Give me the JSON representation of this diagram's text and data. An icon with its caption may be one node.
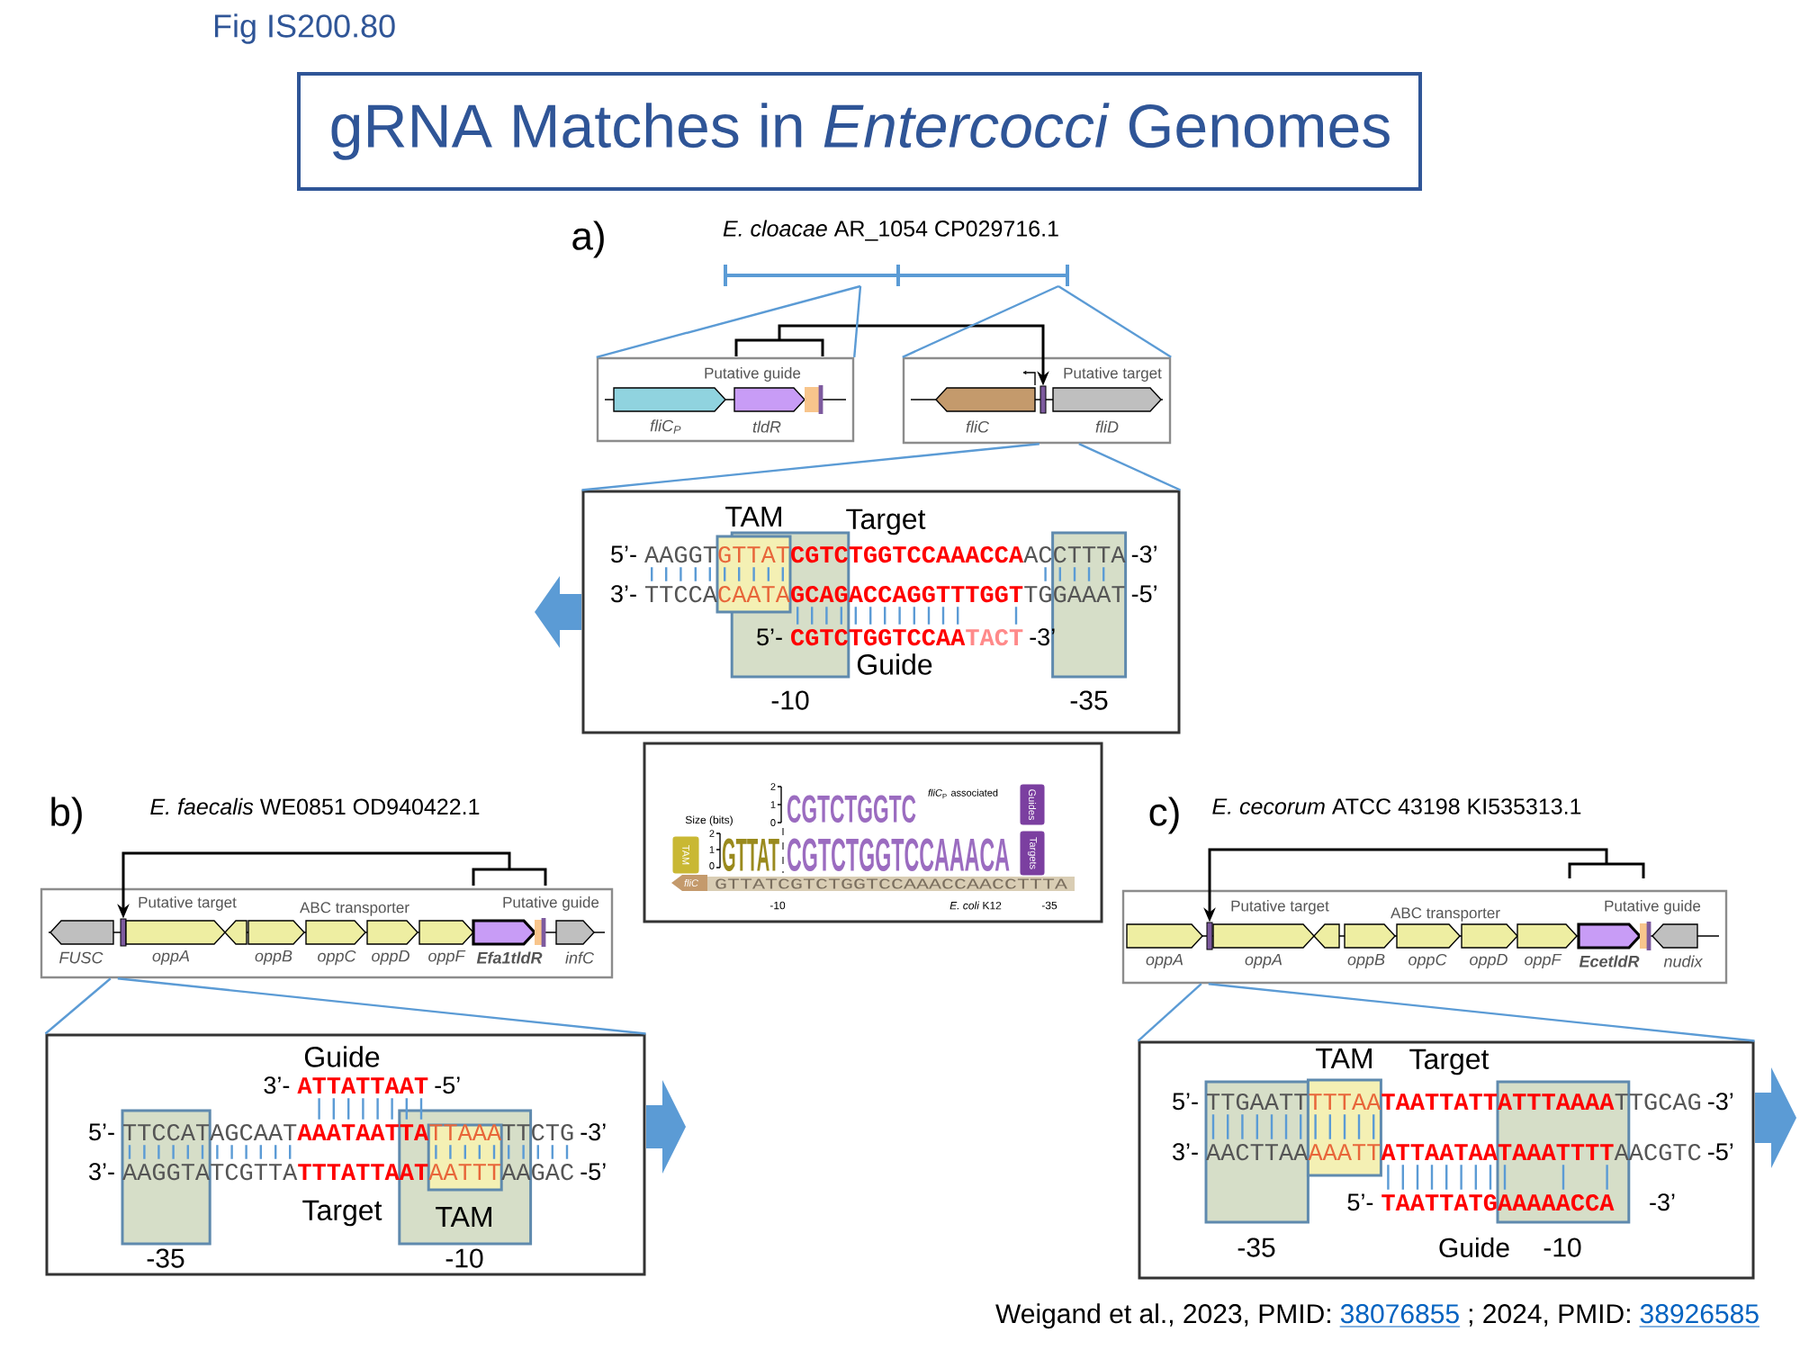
{
  "diagram": {
    "title": "gRNA Matches in *Entercocci* Genomes",
    "nodes": [
      {
        "text": [
          "Putative guide"
        ]
      },
      {
        "text": [
          "fliC$_{P}$"
        ],
        "in": 0
      },
      {
        "text": [
          "tldR"
        ],
        "in": 0
      },
      {
        "text": [],
        "shape": "bracket"
      },
      {
        "text": [
          "Putative target"
        ]
      },
      {
        "text": [
          "fliC"
        ],
        "in": 4
      },
      {
        "text": [],
        "shape": "bar",
        "in": 4
      },
      {
        "text": [
          "fliD"
        ],
        "in": 4
      },
      {
        "text": [
          "TAM",
          "Target",
          "5’-",
          "AAGGT",
          "GTTAT",
          "CGTCTGGTCCAAACCA",
          "ACCTTTA",
          "-3’",
          "3’-",
          "TTCCA",
          "CAATA",
          "GCAGACCAGGTTTGGT",
          "TGGAAAT",
          "-5’",
          "5’-",
          "CGTCTGGTCCAA",
          "TACT",
          "-3’",
          "Guide",
          "-10",
          "-35"
        ]
      },
      {
        "text": [
          "Size (bits)",
          "2",
          "1",
          "0",
          "CGTCTGGTC",
          "*fliC*$_{P}$ associated",
          "Guides",
          "TAM",
          "2",
          "1",
          "0",
          "GTTAT",
          "CGTCTGGTCCAAACA",
          "Targets",
          "fliC",
          "GTTATCGTCTGGTCCAAACCAACCTTTA",
          "-10",
          "*E. coli* K12",
          "-35"
        ]
      },
      {
        "text": [
          "Putative target",
          "ABC transporter",
          "Putative guide"
        ]
      },
      {
        "text": [
          "FUSC"
        ],
        "in": 10
      },
      {
        "text": [],
        "shape": "bar",
        "in": 10
      },
      {
        "text": [
          "oppA"
        ],
        "in": 10
      },
      {
        "text": [],
        "shape": "arrow",
        "in": 10
      },
      {
        "text": [
          "oppB"
        ],
        "in": 10
      },
      {
        "text": [
          "oppC"
        ],
        "in": 10
      },
      {
        "text": [
          "oppD"
        ],
        "in": 10
      },
      {
        "text": [
          "oppF"
        ],
        "in": 10
      },
      {
        "text": [
          "Efa1tldR"
        ],
        "in": 10
      },
      {
        "text": [
          "infC"
        ],
        "in": 10
      },
      {
        "text": [],
        "shape": "bracket"
      },
      {
        "text": [
          "Guide",
          "3’-",
          "ATTATTAAT",
          "-5’",
          "5’-",
          "TTCCATAGCAAT",
          "AAATAATTA",
          "TTAAA",
          "TTCTG",
          "-3’",
          "3’-",
          "AAGGTATCGTTA",
          "TTTATTAAT",
          "AATTT",
          "AAGAC",
          "-5’",
          "Target",
          "TAM",
          "-35",
          "-10"
        ]
      },
      {
        "text": [
          "Putative target",
          "ABC transporter",
          "Putative guide"
        ]
      },
      {
        "text": [
          "oppA"
        ],
        "in": 23
      },
      {
        "text": [],
        "shape": "bar",
        "in": 23
      },
      {
        "text": [
          "oppA"
        ],
        "in": 23
      },
      {
        "text": [],
        "shape": "arrow",
        "in": 23
      },
      {
        "text": [
          "oppB"
        ],
        "in": 23
      },
      {
        "text": [
          "oppC"
        ],
        "in": 23
      },
      {
        "text": [
          "oppD"
        ],
        "in": 23
      },
      {
        "text": [
          "oppF"
        ],
        "in": 23
      },
      {
        "text": [
          "EcetldR"
        ],
        "in": 23
      },
      {
        "text": [
          "nudix"
        ],
        "in": 23
      },
      {
        "text": [],
        "shape": "bracket"
      },
      {
        "text": [
          "TAM",
          "Target",
          "5’-",
          "TTGAATT",
          "TTTAA",
          "TAATTATTATTTAAAA",
          "TTGCAG",
          "-3’",
          "3’-",
          "AACTTAA",
          "AAATT",
          "ATTAATAATAAATTTT",
          "AACGTC",
          "-5’",
          "5’-",
          "TAATTATGAAAAACCA",
          "-3’",
          "-35",
          "Guide",
          "-10"
        ]
      },
      {
        "text": [],
        "shape": "bar"
      }
    ],
    "edges": [
      {
        "from": 3,
        "to": 6,
        "arrow": "to",
        "color": "#000000"
      },
      {
        "from": 21,
        "to": 12,
        "arrow": "to",
        "color": "#000000"
      },
      {
        "from": 34,
        "to": 25,
        "arrow": "to",
        "color": "#000000"
      },
      {
        "from": 36,
        "to": 0,
        "arrow": "none"
      },
      {
        "from": 36,
        "to": 0,
        "arrow": "none"
      },
      {
        "from": 36,
        "to": 4,
        "arrow": "none"
      },
      {
        "from": 36,
        "to": 4,
        "arrow": "none"
      },
      {
        "from": 4,
        "to": 8,
        "arrow": "none"
      },
      {
        "from": 4,
        "to": 8,
        "arrow": "none"
      },
      {
        "from": 10,
        "to": 22,
        "arrow": "none"
      },
      {
        "from": 10,
        "to": 22,
        "arrow": "none"
      },
      {
        "from": 23,
        "to": 35,
        "arrow": "none"
      },
      {
        "from": 23,
        "to": 35,
        "arrow": "none"
      }
    ],
    "labels": [
      "Fig IS200.80",
      "a)",
      "*E. cloacae* AR_1054 CP029716.1",
      "b)",
      "*E. faecalis* WE0851 OD940422.1",
      "c)",
      "*E. cecorum* ATCC 43198 KI535313.1",
      "Weigand et al., 2023, PMID:",
      "38076855",
      "; 2024, PMID:",
      "38926585"
    ]
  }
}
